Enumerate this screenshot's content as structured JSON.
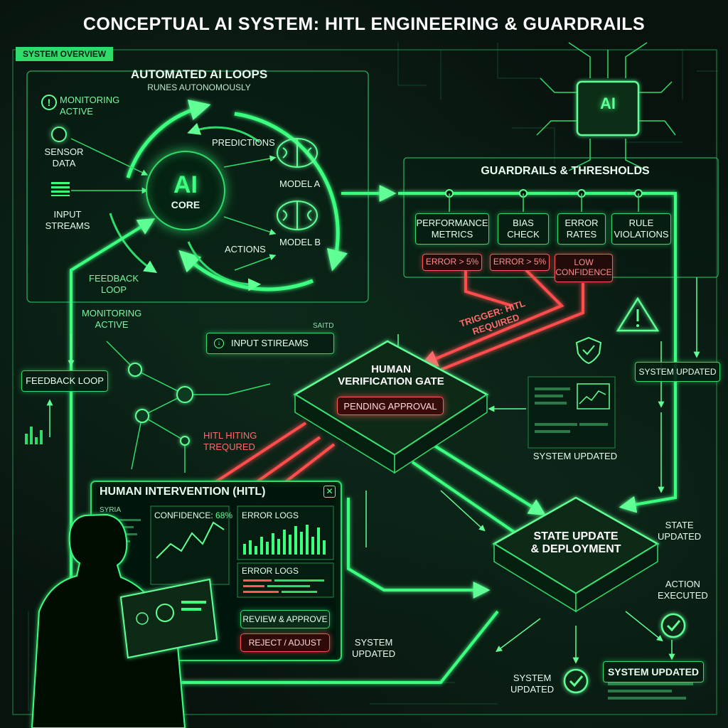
{
  "title": "CONCEPTUAL AI SYSTEM: HITL ENGINEERING & GUARDRAILS",
  "overview_tag": "SYSTEM OVERVIEW",
  "loops": {
    "title": "AUTOMATED AI LOOPS",
    "subtitle": "RUNES AUTONOMOUSLY",
    "monitoring": "MONITORING\nACTIVE",
    "sensor": "SENSOR\nDATA",
    "input": "INPUT\nSTREAMS",
    "core_ai": "AI",
    "core_label": "CORE",
    "predictions": "PREDICTIONS",
    "actions": "ACTIONS",
    "model_a": "MODEL A",
    "model_b": "MODEL B",
    "feedback": "FEEDBACK\nLOOP"
  },
  "chip_label": "AI",
  "guardrails": {
    "title": "GUARDRAILS & THRESHOLDS",
    "metrics": [
      "PERFORMANCE\nMETRICS",
      "BIAS\nCHECK",
      "ERROR\nRATES",
      "RULE\nVIOLATIONS"
    ],
    "alerts": [
      "ERROR > 5%",
      "ERROR > 5%",
      "LOW\nCONFIDENCE"
    ]
  },
  "trigger": "TRIGGER: HITL\nREQUIRED",
  "left": {
    "monitoring": "MONITORING\nACTIVE",
    "input_streams": "INPUT STIREAMS",
    "feedback_loop": "FEEDBACK LOOP",
    "code_tag": "SAITD"
  },
  "gate": {
    "title": "HUMAN\nVERIFICATION GATE",
    "status": "PENDING APPROVAL"
  },
  "hitl_required": "HITL HITING\nTREQURED",
  "system_updated_right": "SYSTEM UPDATED",
  "system_updated_mid": "SYSTEM UPDATED",
  "hitl_panel": {
    "title": "HUMAN INTERVENTION (HITL)",
    "side_tag": "SYRIA",
    "confidence_label": "CONFIDENCE:",
    "confidence_value": "68%",
    "error_logs_1": "ERROR LOGS",
    "error_logs_2": "ERROR LOGS",
    "approve": "REVIEW & APPROVE",
    "reject": "REJECT / ADJUST"
  },
  "deploy": {
    "title": "STATE UPDATE\n& DEPLOYMENT",
    "state_updated": "STATE\nUPDATED",
    "action_executed": "ACTION\nEXECUTED",
    "system_updated_left": "SYSTEM\nUPDATED",
    "system_updated_bottom": "SYSTEM\nUPDATED",
    "system_updated_box": "SYSTEM UPDATED"
  },
  "colors": {
    "accent": "#2fdc6b",
    "alert": "#ff5a5a",
    "background": "#08130e"
  }
}
